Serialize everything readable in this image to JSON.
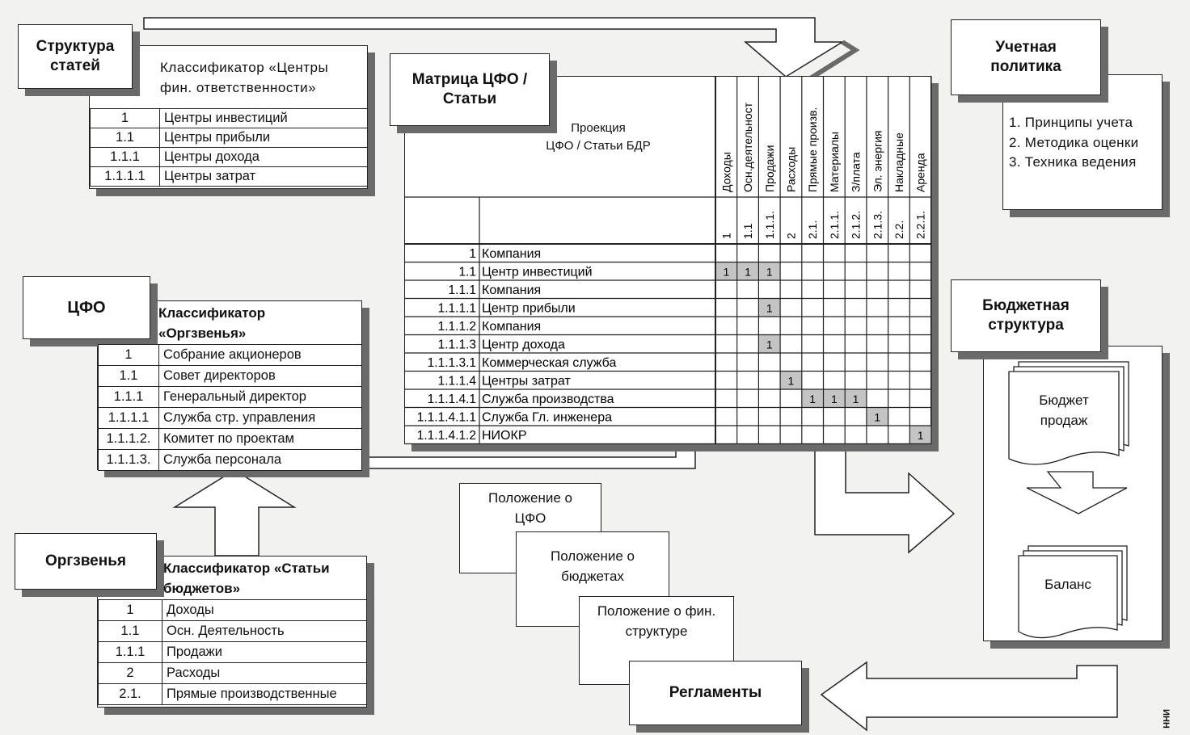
{
  "struktura": {
    "title": "Структура\nстатей"
  },
  "klass_cfo": {
    "header": "Классификатор «Центры\nфин. ответственности»",
    "rows": [
      {
        "code": "1",
        "name": "Центры инвестиций"
      },
      {
        "code": "1.1",
        "name": "Центры прибыли"
      },
      {
        "code": "1.1.1",
        "name": "Центры дохода"
      },
      {
        "code": "1.1.1.1",
        "name": "Центры затрат"
      }
    ]
  },
  "cfo": {
    "title": "ЦФО"
  },
  "klass_org": {
    "header": "Классификатор\n«Оргзвенья»",
    "rows": [
      {
        "code": "1",
        "name": "Собрание акционеров"
      },
      {
        "code": "1.1",
        "name": "Совет директоров"
      },
      {
        "code": "1.1.1",
        "name": "Генеральный директор"
      },
      {
        "code": "1.1.1.1",
        "name": "Служба стр. управления"
      },
      {
        "code": "1.1.1.2.",
        "name": "Комитет по проектам"
      },
      {
        "code": "1.1.1.3.",
        "name": "Служба персонала"
      }
    ]
  },
  "orgzvenya": {
    "title": "Оргзвенья"
  },
  "klass_stati": {
    "header": "Классификатор «Статьи\nбюджетов»",
    "rows": [
      {
        "code": "1",
        "name": "Доходы"
      },
      {
        "code": "1.1",
        "name": "Осн. Деятельность"
      },
      {
        "code": "1.1.1",
        "name": "Продажи"
      },
      {
        "code": "2",
        "name": "Расходы"
      },
      {
        "code": "2.1.",
        "name": "Прямые производственные"
      }
    ]
  },
  "matrix": {
    "title": "Матрица ЦФО  /\nСтатьи",
    "projection": "Проекция\nЦФО / Статьи БДР",
    "columns": [
      {
        "label": "Доходы",
        "code": "1"
      },
      {
        "label": "Осн.деятельност",
        "code": "1.1"
      },
      {
        "label": "Продажи",
        "code": "1.1.1."
      },
      {
        "label": "Расходы",
        "code": "2"
      },
      {
        "label": "Прямые произв.",
        "code": "2.1."
      },
      {
        "label": "Материалы",
        "code": "2.1.1."
      },
      {
        "label": "З/плата",
        "code": "2.1.2."
      },
      {
        "label": "Эл. энергия",
        "code": "2.1.3."
      },
      {
        "label": "Накладные",
        "code": "2.2."
      },
      {
        "label": "Аренда",
        "code": "2.2.1."
      }
    ],
    "rows": [
      {
        "code": "1",
        "name": "Компания",
        "marks": []
      },
      {
        "code": "1.1",
        "name": "Центр инвестиций",
        "marks": [
          0,
          1,
          2
        ]
      },
      {
        "code": "1.1.1",
        "name": "Компания",
        "marks": []
      },
      {
        "code": "1.1.1.1",
        "name": "Центр прибыли",
        "marks": [
          2
        ]
      },
      {
        "code": "1.1.1.2",
        "name": "Компания",
        "marks": []
      },
      {
        "code": "1.1.1.3",
        "name": "Центр дохода",
        "marks": [
          2
        ]
      },
      {
        "code": "1.1.1.3.1",
        "name": "Коммерческая служба",
        "marks": []
      },
      {
        "code": "1.1.1.4",
        "name": "Центры затрат",
        "marks": [
          3
        ]
      },
      {
        "code": "1.1.1.4.1",
        "name": "Служба производства",
        "marks": [
          4,
          5,
          6
        ]
      },
      {
        "code": "1.1.1.4.1.1",
        "name": "Служба Гл. инженера",
        "marks": [
          7
        ]
      },
      {
        "code": "1.1.1.4.1.2",
        "name": "НИОКР",
        "marks": [
          9
        ]
      }
    ],
    "mark_value": "1",
    "mark_color": "#c4c4c4"
  },
  "uchet": {
    "title": "Учетная\nполитика",
    "items": [
      "1. Принципы учета",
      "2. Методика  оценки",
      "3. Техника ведения"
    ]
  },
  "budget_struct": {
    "title": "Бюджетная\nструктура",
    "doc1": "Бюджет\nпродаж",
    "doc2": "Баланс"
  },
  "polozheniya": {
    "p1": "Положение о\nЦФО",
    "p2": "Положение о\nбюджетах",
    "p3": "Положение о фин.\nструктуре"
  },
  "reglamenty": {
    "title": "Регламенты"
  },
  "corner_text": "ИНН"
}
